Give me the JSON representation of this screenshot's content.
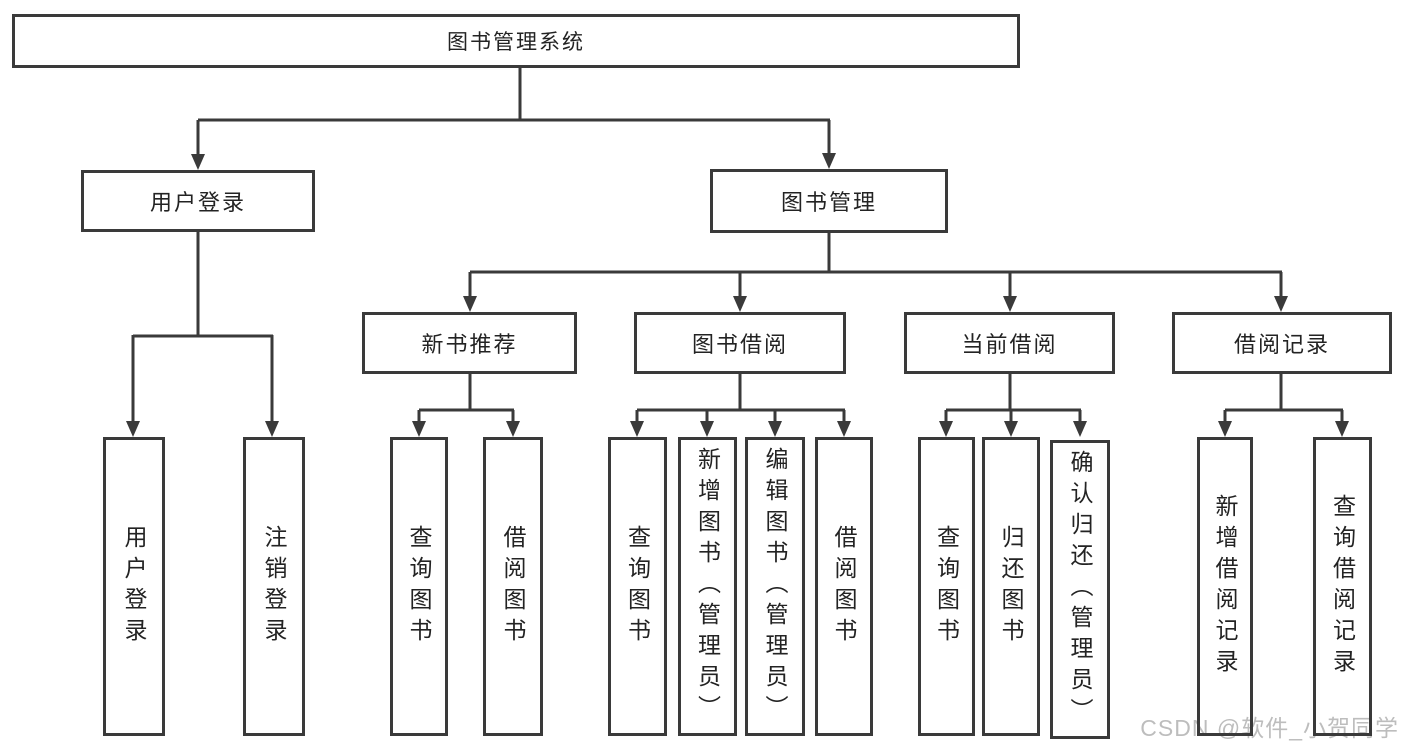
{
  "diagram": {
    "root": {
      "label": "图书管理系统"
    },
    "level2": [
      {
        "id": "user-login",
        "label": "用户登录"
      },
      {
        "id": "book-management",
        "label": "图书管理"
      }
    ],
    "level3": [
      {
        "id": "new-book-recommendation",
        "label": "新书推荐"
      },
      {
        "id": "book-borrowing",
        "label": "图书借阅"
      },
      {
        "id": "current-borrowing",
        "label": "当前借阅"
      },
      {
        "id": "borrowing-records",
        "label": "借阅记录"
      }
    ],
    "leaves": [
      {
        "id": "user-login-action",
        "parent": "user-login",
        "label": "用户登录"
      },
      {
        "id": "logout-action",
        "parent": "user-login",
        "label": "注销登录"
      },
      {
        "id": "query-books-recommend",
        "parent": "new-book-recommendation",
        "label": "查询图书"
      },
      {
        "id": "borrow-books-recommend",
        "parent": "new-book-recommendation",
        "label": "借阅图书"
      },
      {
        "id": "query-books-borrowing",
        "parent": "book-borrowing",
        "label": "查询图书"
      },
      {
        "id": "add-books-admin",
        "parent": "book-borrowing",
        "label": "新增图书（管理员）"
      },
      {
        "id": "edit-books-admin",
        "parent": "book-borrowing",
        "label": "编辑图书（管理员）"
      },
      {
        "id": "borrow-books-borrowing",
        "parent": "book-borrowing",
        "label": "借阅图书"
      },
      {
        "id": "query-books-current",
        "parent": "current-borrowing",
        "label": "查询图书"
      },
      {
        "id": "return-books",
        "parent": "current-borrowing",
        "label": "归还图书"
      },
      {
        "id": "confirm-return-admin",
        "parent": "current-borrowing",
        "label": "确认归还（管理员）"
      },
      {
        "id": "add-borrow-record",
        "parent": "borrowing-records",
        "label": "新增借阅记录"
      },
      {
        "id": "query-borrow-record",
        "parent": "borrowing-records",
        "label": "查询借阅记录"
      }
    ],
    "watermark": "CSDN @软件_小贺同学",
    "colors": {
      "line": "#3a3a3a",
      "text": "#232323",
      "watermark": "#bdbdbd",
      "background": "#ffffff"
    }
  }
}
